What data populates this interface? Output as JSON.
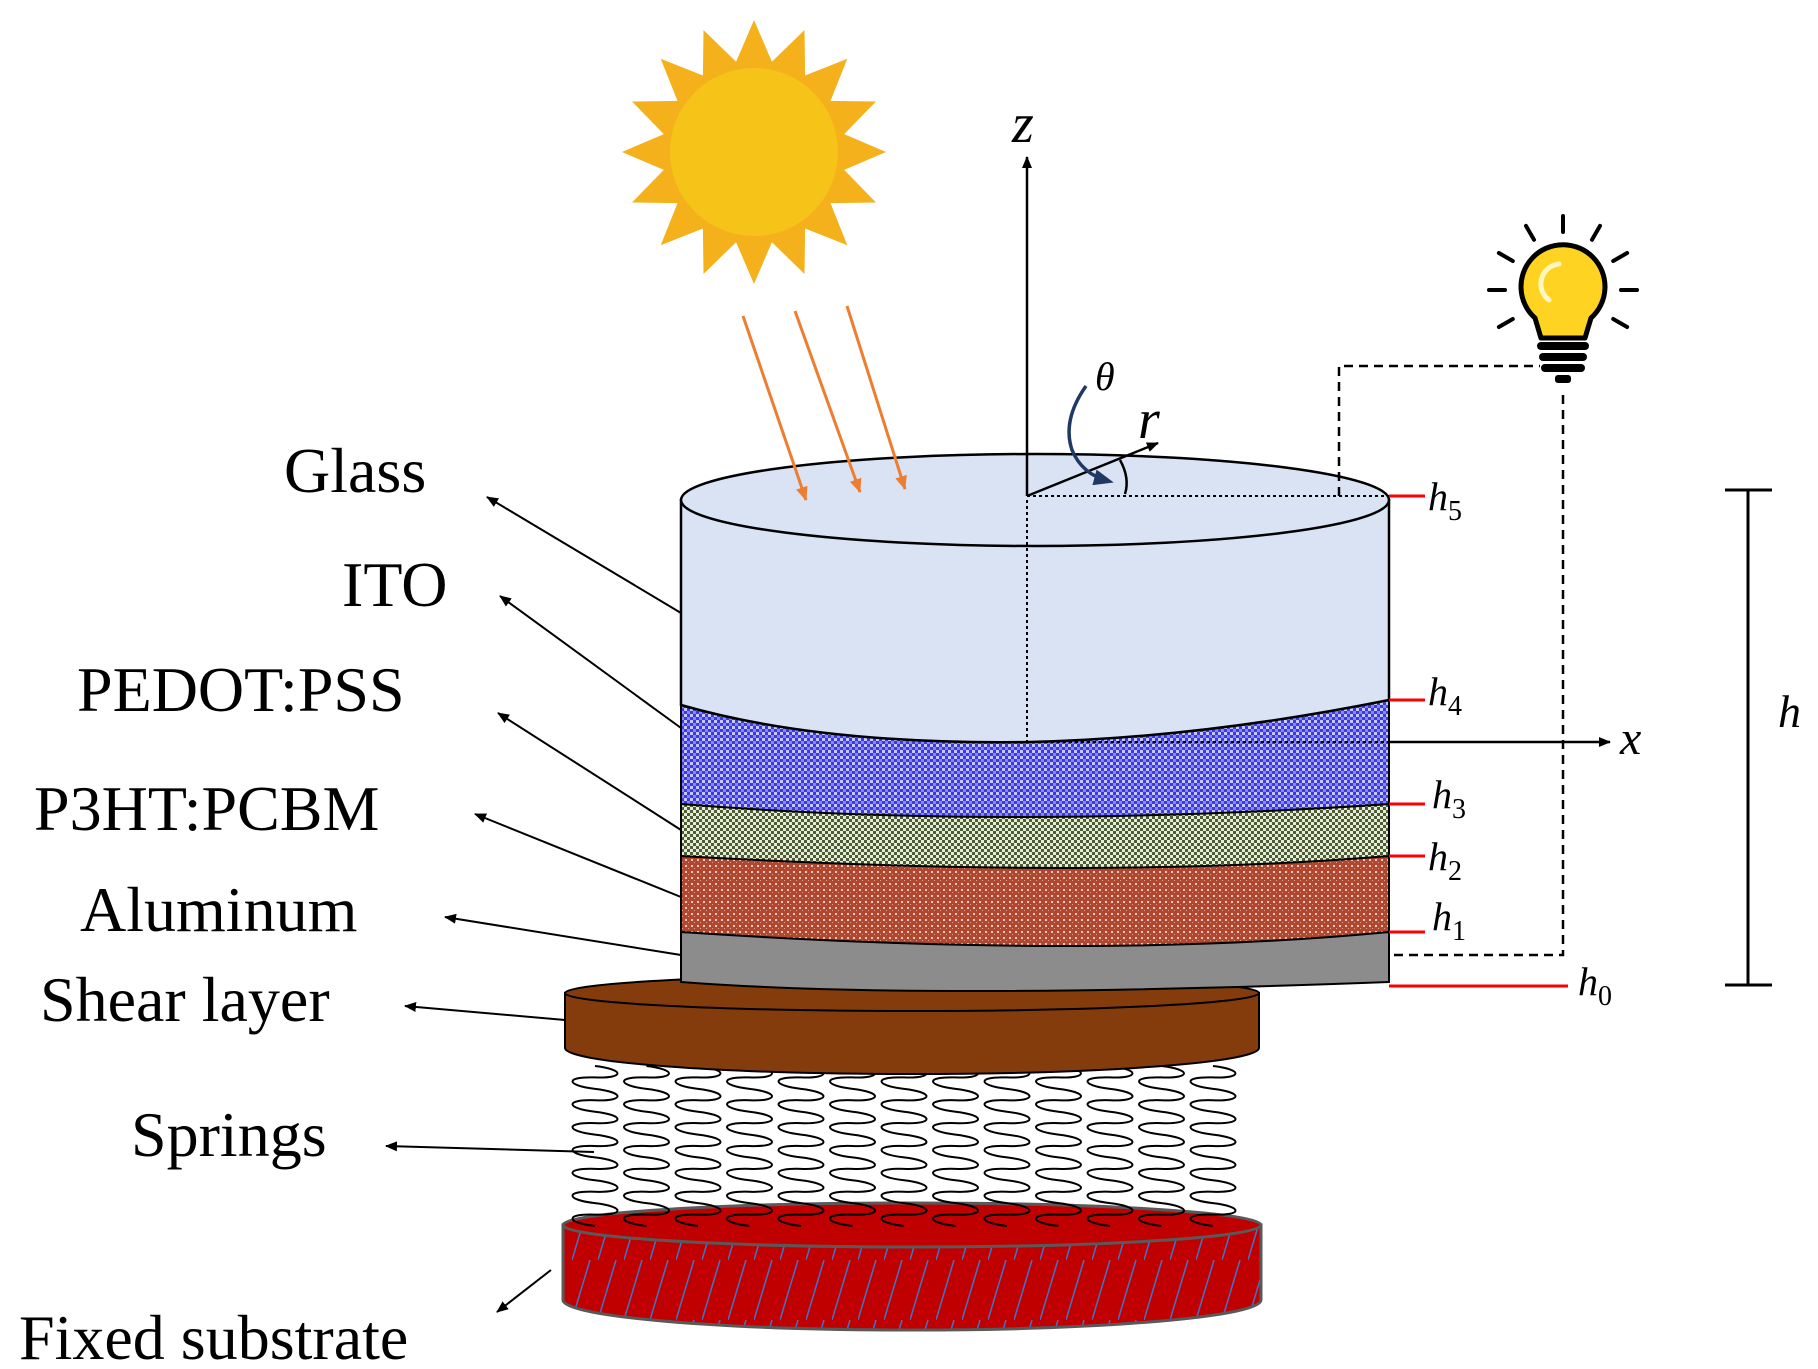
{
  "colors": {
    "glass": "#dae3f3",
    "ito": "#4646e6",
    "pedot": "#b9c99a",
    "p3ht": "#b2472f",
    "aluminum": "#8c8c8c",
    "shear": "#843c0c",
    "substrate": "#c00000",
    "hatch": "#4472c4",
    "sun": "#f6c319",
    "sun_rays": "#f4b11c",
    "light_arrows": "#ed7d31",
    "bulb": "#ffd321",
    "marker": "#ff0000"
  },
  "labels": {
    "glass": "Glass",
    "ito": "ITO",
    "pedot": "PEDOT:PSS",
    "p3ht": "P3HT:PCBM",
    "aluminum": "Aluminum",
    "shear": "Shear layer",
    "springs": "Springs",
    "substrate": "Fixed substrate"
  },
  "axes": {
    "z": "z",
    "x": "x",
    "r": "r",
    "theta": "θ"
  },
  "heights": [
    {
      "base": "h",
      "sub": "5"
    },
    {
      "base": "h",
      "sub": "4"
    },
    {
      "base": "h",
      "sub": "3"
    },
    {
      "base": "h",
      "sub": "2"
    },
    {
      "base": "h",
      "sub": "1"
    },
    {
      "base": "h",
      "sub": "0"
    }
  ],
  "total_height": "h",
  "icons": {
    "sun": "sun-icon",
    "bulb": "light-bulb-icon"
  }
}
